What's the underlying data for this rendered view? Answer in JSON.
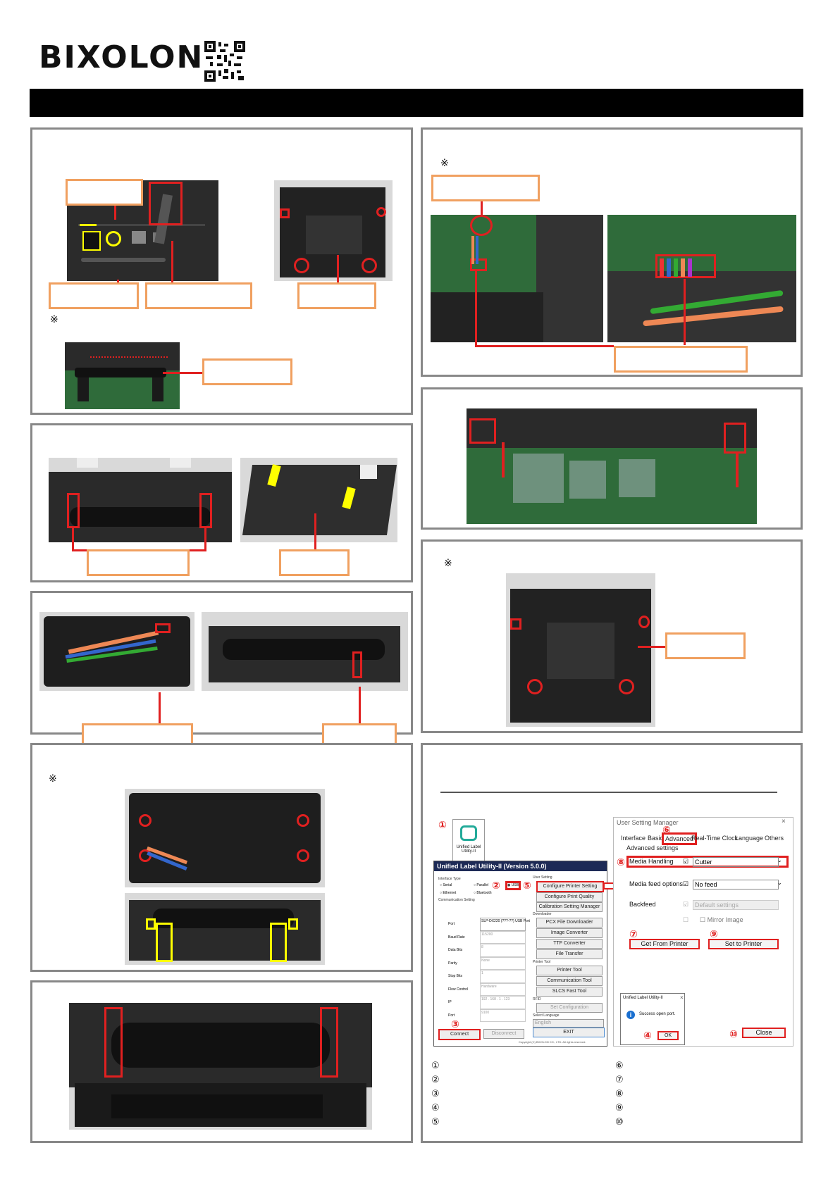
{
  "brand": {
    "logo_text": "BIXOLON"
  },
  "reference_mark": "※",
  "utility": {
    "icon_label": "Unified Label Utility-II",
    "window_title": "Unified Label Utility-II (Version 5.0.0)",
    "sections": {
      "interface_type": "Interface Type",
      "communication_setting": "Communication Setting",
      "user_setting": "User Setting",
      "downloader": "Downloader",
      "printer_tool": "Printer Tool",
      "rfid": "RFID",
      "select_language": "Select Language"
    },
    "interfaces": [
      "Serial",
      "Parallel",
      "USB",
      "Ethernet",
      "Bluetooth"
    ],
    "fields": [
      {
        "label": "Port",
        "value": "SLP-DX220 (???-??) USB Port"
      },
      {
        "label": "Baud Rate",
        "value": "115200"
      },
      {
        "label": "Data Bits",
        "value": "8"
      },
      {
        "label": "Parity",
        "value": "None"
      },
      {
        "label": "Stop Bits",
        "value": "1"
      },
      {
        "label": "Flow Control",
        "value": "Hardware"
      },
      {
        "label": "IP",
        "value": "192 . 168 . 1 . 123"
      },
      {
        "label": "Port",
        "value": "9100"
      }
    ],
    "buttons_right": [
      "Configure Printer Setting",
      "Configure Print Quality",
      "Calibration Setting Manager"
    ],
    "downloader_buttons": [
      "PCX File Downloader",
      "Image Converter",
      "TTF Converter",
      "File Transfer"
    ],
    "printer_tool_buttons": [
      "Printer Tool",
      "Communication Tool",
      "SLCS Fast Tool"
    ],
    "rfid_button": "Set Configuration",
    "language_value": "English",
    "connect": "Connect",
    "disconnect": "Disconnect",
    "exit": "EXIT",
    "copyright": "Copyright (C) BIXOLON CO., LTD. All rights reserved."
  },
  "user_setting_manager": {
    "title": "User Setting Manager",
    "tabs": [
      "Interface",
      "Basic",
      "Advanced",
      "Real-Time Clock",
      "Language",
      "Others"
    ],
    "group_label": "Advanced settings",
    "rows": [
      {
        "label": "Media Handling",
        "value": "Cutter"
      },
      {
        "label": "Media feed options",
        "value": "No feed"
      },
      {
        "label": "Backfeed",
        "value": "Default settings"
      }
    ],
    "mirror_image": "Mirror Image",
    "get_from_printer": "Get From Printer",
    "set_to_printer": "Set to Printer",
    "close": "Close"
  },
  "popup": {
    "title": "Unified Label Utility-II",
    "message": "Success open port.",
    "ok": "OK"
  },
  "step_numbers": [
    "①",
    "②",
    "③",
    "④",
    "⑤",
    "⑥",
    "⑦",
    "⑧",
    "⑨",
    "⑩"
  ]
}
